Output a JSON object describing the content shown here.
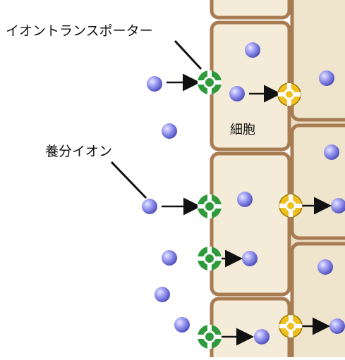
{
  "labels": {
    "transporter": "イオントランスポーター",
    "nutrient_ion": "養分イオン",
    "cell": "細胞"
  },
  "icons": {
    "ion": "sphere-icon",
    "transporter_outer": "ring-gap-icon",
    "arrow": "arrow-right-icon"
  },
  "colors": {
    "ion": "#8e8ef0",
    "ion_dark": "#4a4ab8",
    "transporter_outer": "#2e9a3c",
    "transporter_inner": "#f0c020",
    "cell_wall": "#a87c52",
    "cell_fill": "#f4ecd8",
    "inner_tissue": "#e8dcc2"
  }
}
